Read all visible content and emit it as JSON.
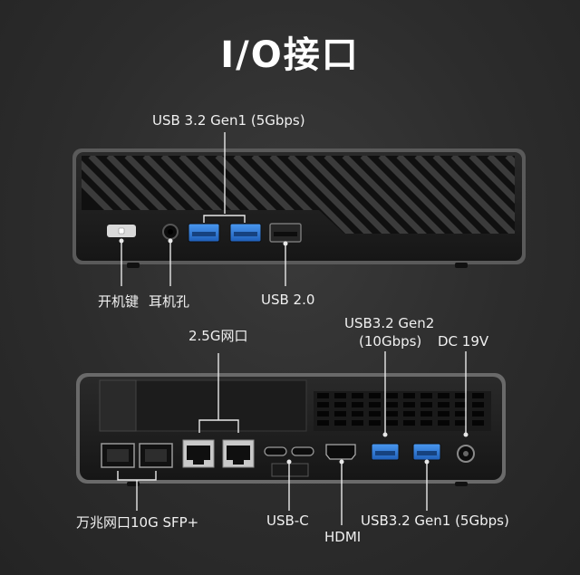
{
  "title": "I/O接口",
  "front": {
    "labels": {
      "usb32_gen1": "USB 3.2 Gen1 (5Gbps)",
      "power_key": "开机键",
      "headphone_jack": "耳机孔",
      "usb20": "USB 2.0"
    }
  },
  "rear": {
    "labels": {
      "lan_25g": "2.5G网口",
      "usb32_gen2_line1": "USB3.2 Gen2",
      "usb32_gen2_line2": "(10Gbps)",
      "dc": "DC 19V",
      "sfp": "万兆网口10G SFP+",
      "usbc": "USB-C",
      "hdmi": "HDMI",
      "usb32_gen1": "USB3.2 Gen1 (5Gbps)"
    }
  },
  "colors": {
    "background": "#2c2c2c",
    "chassis": "#1e1e1e",
    "usb3_blue": "#2e7bd6",
    "leader_line": "#e8e8e8"
  }
}
